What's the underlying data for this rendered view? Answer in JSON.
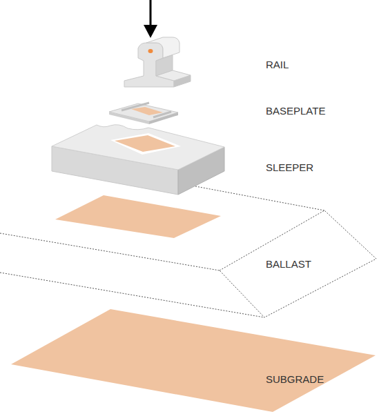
{
  "diagram": {
    "labels": [
      "RAIL",
      "BASEPLATE",
      "SLEEPER",
      "BALLAST",
      "SUBGRADE"
    ]
  }
}
